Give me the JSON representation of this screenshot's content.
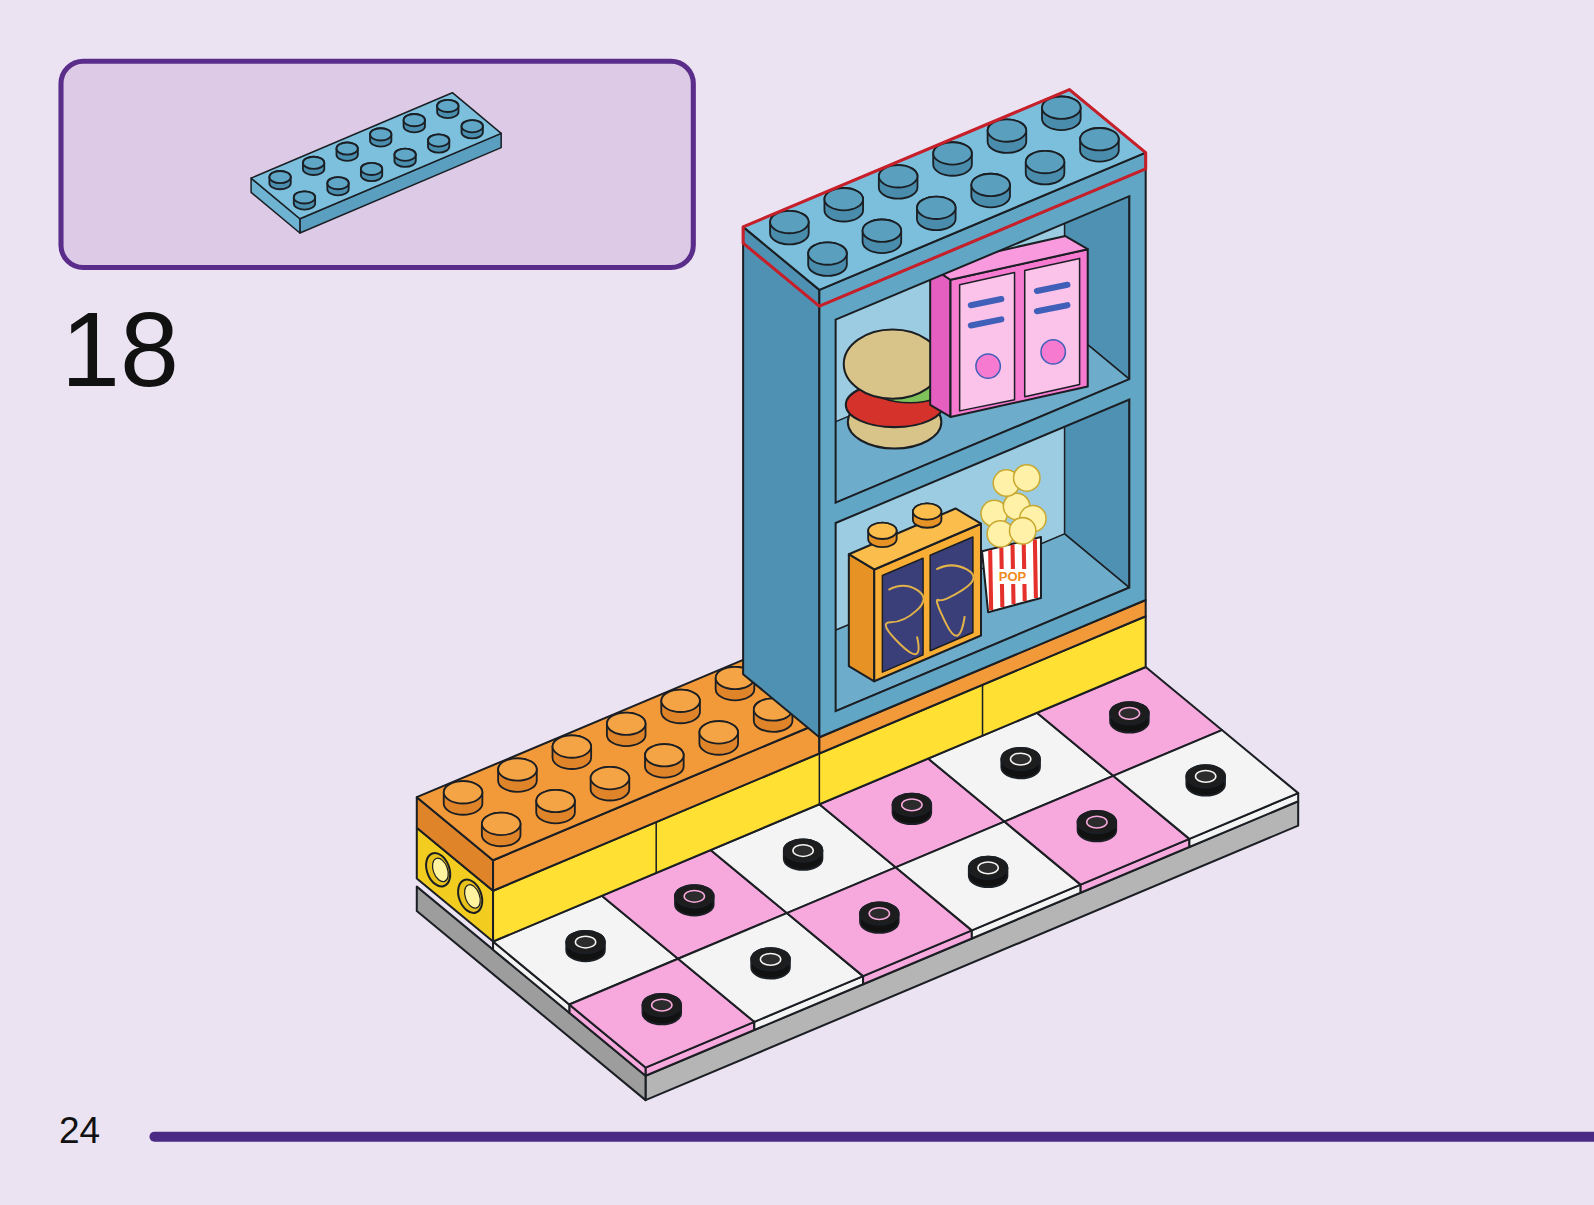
{
  "diagram": {
    "labels": [
      "18",
      "POP",
      "24"
    ]
  }
}
